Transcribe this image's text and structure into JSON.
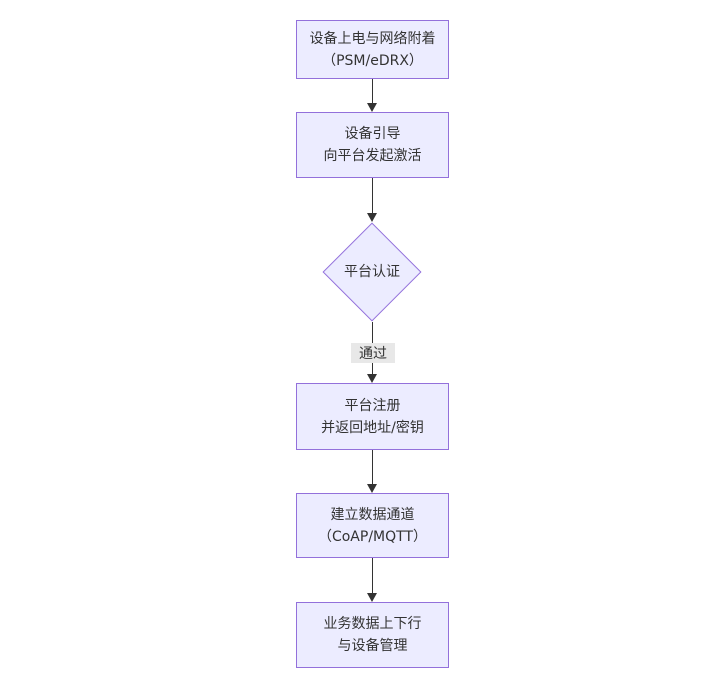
{
  "diagram": {
    "type": "flowchart-top-down",
    "colors": {
      "background": "#ffffff",
      "node_fill": "#ECECFF",
      "node_border": "#9370DB",
      "text": "#333333",
      "arrow": "#333333",
      "edge_label_bg": "#e8e8e8"
    },
    "nodes": [
      {
        "id": "A",
        "shape": "rect",
        "lines": [
          "设备上电与网络附着",
          "（PSM/eDRX）"
        ]
      },
      {
        "id": "B",
        "shape": "rect",
        "lines": [
          "设备引导",
          "向平台发起激活"
        ]
      },
      {
        "id": "C",
        "shape": "diamond",
        "lines": [
          "平台认证"
        ]
      },
      {
        "id": "D",
        "shape": "rect",
        "lines": [
          "平台注册",
          "并返回地址/密钥"
        ]
      },
      {
        "id": "E",
        "shape": "rect",
        "lines": [
          "建立数据通道",
          "（CoAP/MQTT）"
        ]
      },
      {
        "id": "F",
        "shape": "rect",
        "lines": [
          "业务数据上下行",
          "与设备管理"
        ]
      }
    ],
    "edges": [
      {
        "from": "A",
        "to": "B",
        "label": ""
      },
      {
        "from": "B",
        "to": "C",
        "label": ""
      },
      {
        "from": "C",
        "to": "D",
        "label": "通过"
      },
      {
        "from": "D",
        "to": "E",
        "label": ""
      },
      {
        "from": "E",
        "to": "F",
        "label": ""
      }
    ]
  }
}
